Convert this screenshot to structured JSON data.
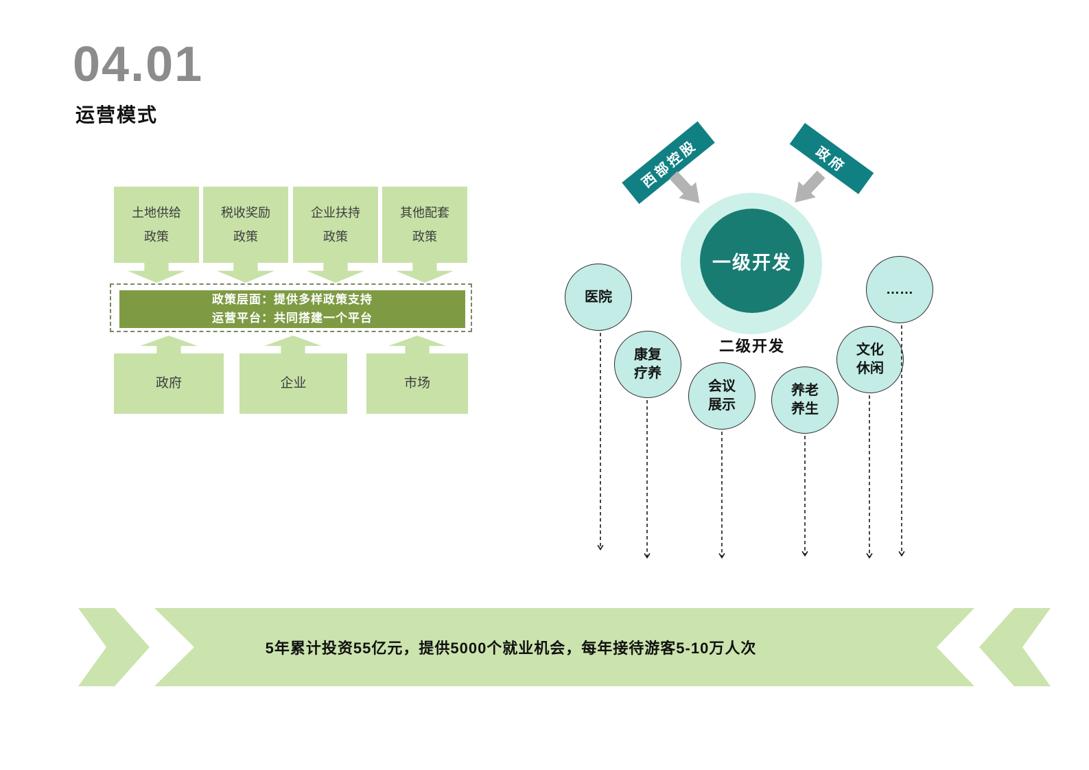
{
  "header": {
    "section_no": "04.01",
    "title": "运营模式"
  },
  "left_flow": {
    "top_boxes": [
      {
        "label": "土地供给\n政策"
      },
      {
        "label": "税收奖励\n政策"
      },
      {
        "label": "企业扶持\n政策"
      },
      {
        "label": "其他配套\n政策"
      }
    ],
    "platform": {
      "line1": "政策层面：提供多样政策支持",
      "line2": "运营平台：共同搭建一个平台"
    },
    "bottom_boxes": [
      {
        "label": "政府"
      },
      {
        "label": "企业"
      },
      {
        "label": "市场"
      }
    ]
  },
  "development": {
    "investor_ribbons": [
      {
        "label": "西部控股"
      },
      {
        "label": "政府"
      }
    ],
    "core_label": "一级开发",
    "secondary_label": "二级开发",
    "satellites": [
      {
        "label": "医院"
      },
      {
        "label": "康复\n疗养"
      },
      {
        "label": "会议\n展示"
      },
      {
        "label": "养老\n养生"
      },
      {
        "label": "文化\n休闲"
      },
      {
        "label": "……"
      }
    ]
  },
  "footer": {
    "banner_text": "5年累计投资55亿元，提供5000个就业机会，每年接待游客5-10万人次"
  },
  "colors": {
    "light_green": "#c7e1a7",
    "ribbon_green": "#cbe3ad",
    "olive": "#7e9b44",
    "teal": "#118083",
    "teal_dark": "#187c73",
    "mint_ring": "#cdf0e8",
    "circle_fill": "#c2ece5",
    "gray_arrow": "#b3b3b3",
    "title_gray": "#8c8c8c"
  }
}
